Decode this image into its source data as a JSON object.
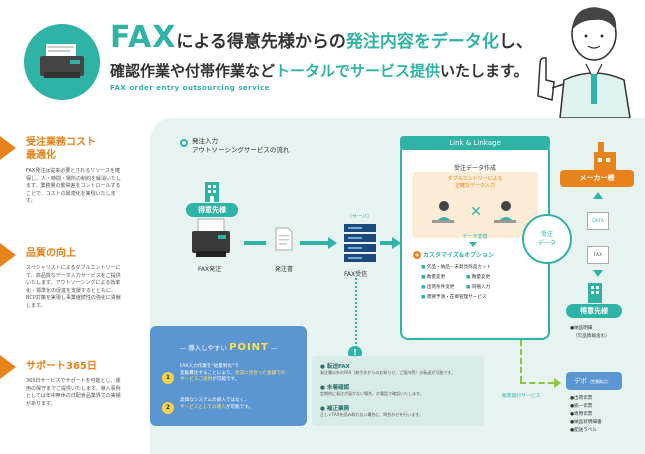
{
  "header": {
    "title_fax": "FAX",
    "title_part1": "による得意先様からの",
    "title_em1": "発注内容をデータ化",
    "title_part2": "し、",
    "line2_part1": "確認作業や付帯作業など",
    "line2_em": "トータルでサービス提供",
    "line2_part2": "いたします。",
    "subtitle": "FAX order entry outsourcing service"
  },
  "left": [
    {
      "heading_1": "受注業務コスト",
      "heading_2": "最適化",
      "body": "FAX発注は従来必要とされるリソースを確保し、人・時間・場所の制約を解消いたします。業務量の繁閑差をコントロールすることで、コストの最適化を実現いたします。"
    },
    {
      "heading_1": "品質の向上",
      "heading_2": "",
      "body": "スペシャリストによるダブルエントリーにて、高品質なデータ入力サービスをご提供いたします。アウトソーシングによる効率化・標準化の促進を支援するとともに、BCP対策を実現し事業継続性の強化に貢献します。"
    },
    {
      "heading_1": "サポート365日",
      "heading_2": "",
      "body": "365日サービスでサポートを可能とし、運用の保守までご提供いたします。導入事例としては年中無休の日配食品業界での実績があります。"
    }
  ],
  "flow": {
    "label_1": "発注入力",
    "label_2": "アウトソーシングサービスの流れ",
    "tokui": "得意先様",
    "fax_send": "FAX発注",
    "order_doc": "発注書",
    "server_label": "（サーバ）",
    "fax_recv": "FAX受信"
  },
  "link": {
    "title": "Link & Linkage",
    "create": "受注データ作成",
    "double_1": "ダブルエントリーによる",
    "double_2": "正確なデータ入力",
    "convert": "データ変換",
    "custom_head": "カスタマイズ&オプション",
    "custom_items": [
      "欠品・納品・未発見商品カット",
      "数量変更",
      "数量変更",
      "出荷条件変更",
      "同梱入力",
      "需要予測・在庫管理サービス"
    ]
  },
  "right": {
    "order_data_1": "受注",
    "order_data_2": "データ",
    "maker": "メーカー様",
    "data_tag": "DATA",
    "fax_tag": "FAX",
    "tokui": "得意先様",
    "tokui_items": [
      "●納品明細",
      "（欠品情報含む）"
    ],
    "dep_label": "デポ",
    "dep_sub": "（営業拠点）",
    "dep_items": [
      "●出荷伝票",
      "●統一伝票",
      "●専用伝票",
      "●納品状明細書",
      "●配送ラベル"
    ],
    "document_service": "帳票発行サービス"
  },
  "point": {
    "pre": "— 導入しやすい",
    "title": "POINT",
    "post": "—",
    "items": [
      {
        "num": "1",
        "text": "FAX入力作業を\"従量制化\"で",
        "text2": "変動費化することにより、",
        "hl": "状況に見合った金額での",
        "hl2": "サービスご提供",
        "tail": "が可能です。"
      },
      {
        "num": "2",
        "text": "高価なシステムの導入ではなく、",
        "hl": "サービスとしての導入",
        "tail": "が可能です。"
      }
    ]
  },
  "options": [
    {
      "head": "転送FAX",
      "desc": "発注書以外のFAX（取引先からのお知らせ、ご案内等）の転送が可能です。"
    },
    {
      "head": "未着確認",
      "desc": "定期的に発注が届かない場合、お電話で確認いたします。"
    },
    {
      "head": "補正業務",
      "desc": "正しくFAXを読み取れない場合に、問合わせを行います。"
    }
  ],
  "colors": {
    "teal": "#2fb3a6",
    "orange": "#e8821b",
    "blue": "#5b96d2",
    "yellow": "#f8d24b"
  }
}
